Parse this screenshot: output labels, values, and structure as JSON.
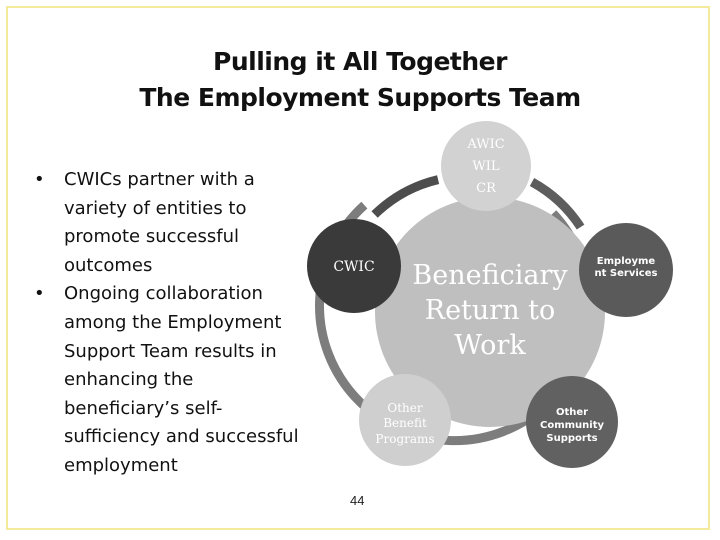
{
  "title": {
    "line1": "Pulling it All Together",
    "line2": "The Employment Supports Team"
  },
  "bullets": [
    "CWICs partner with a variety of entities to promote successful outcomes",
    "Ongoing collaboration among the Employment Support Team results in enhancing the beneficiary’s self-sufficiency and successful employment"
  ],
  "diagram": {
    "center": [
      "Beneficiary",
      "Return to",
      "Work"
    ],
    "nodes": {
      "awic": [
        "AWIC",
        "WIL",
        "CR"
      ],
      "cwic": [
        "CWIC"
      ],
      "employment": [
        "Employme",
        "nt Services"
      ],
      "benefit": [
        "Other",
        "Benefit",
        "Programs"
      ],
      "community": [
        "Other",
        "Community",
        "Supports"
      ]
    }
  },
  "page_number": "44"
}
